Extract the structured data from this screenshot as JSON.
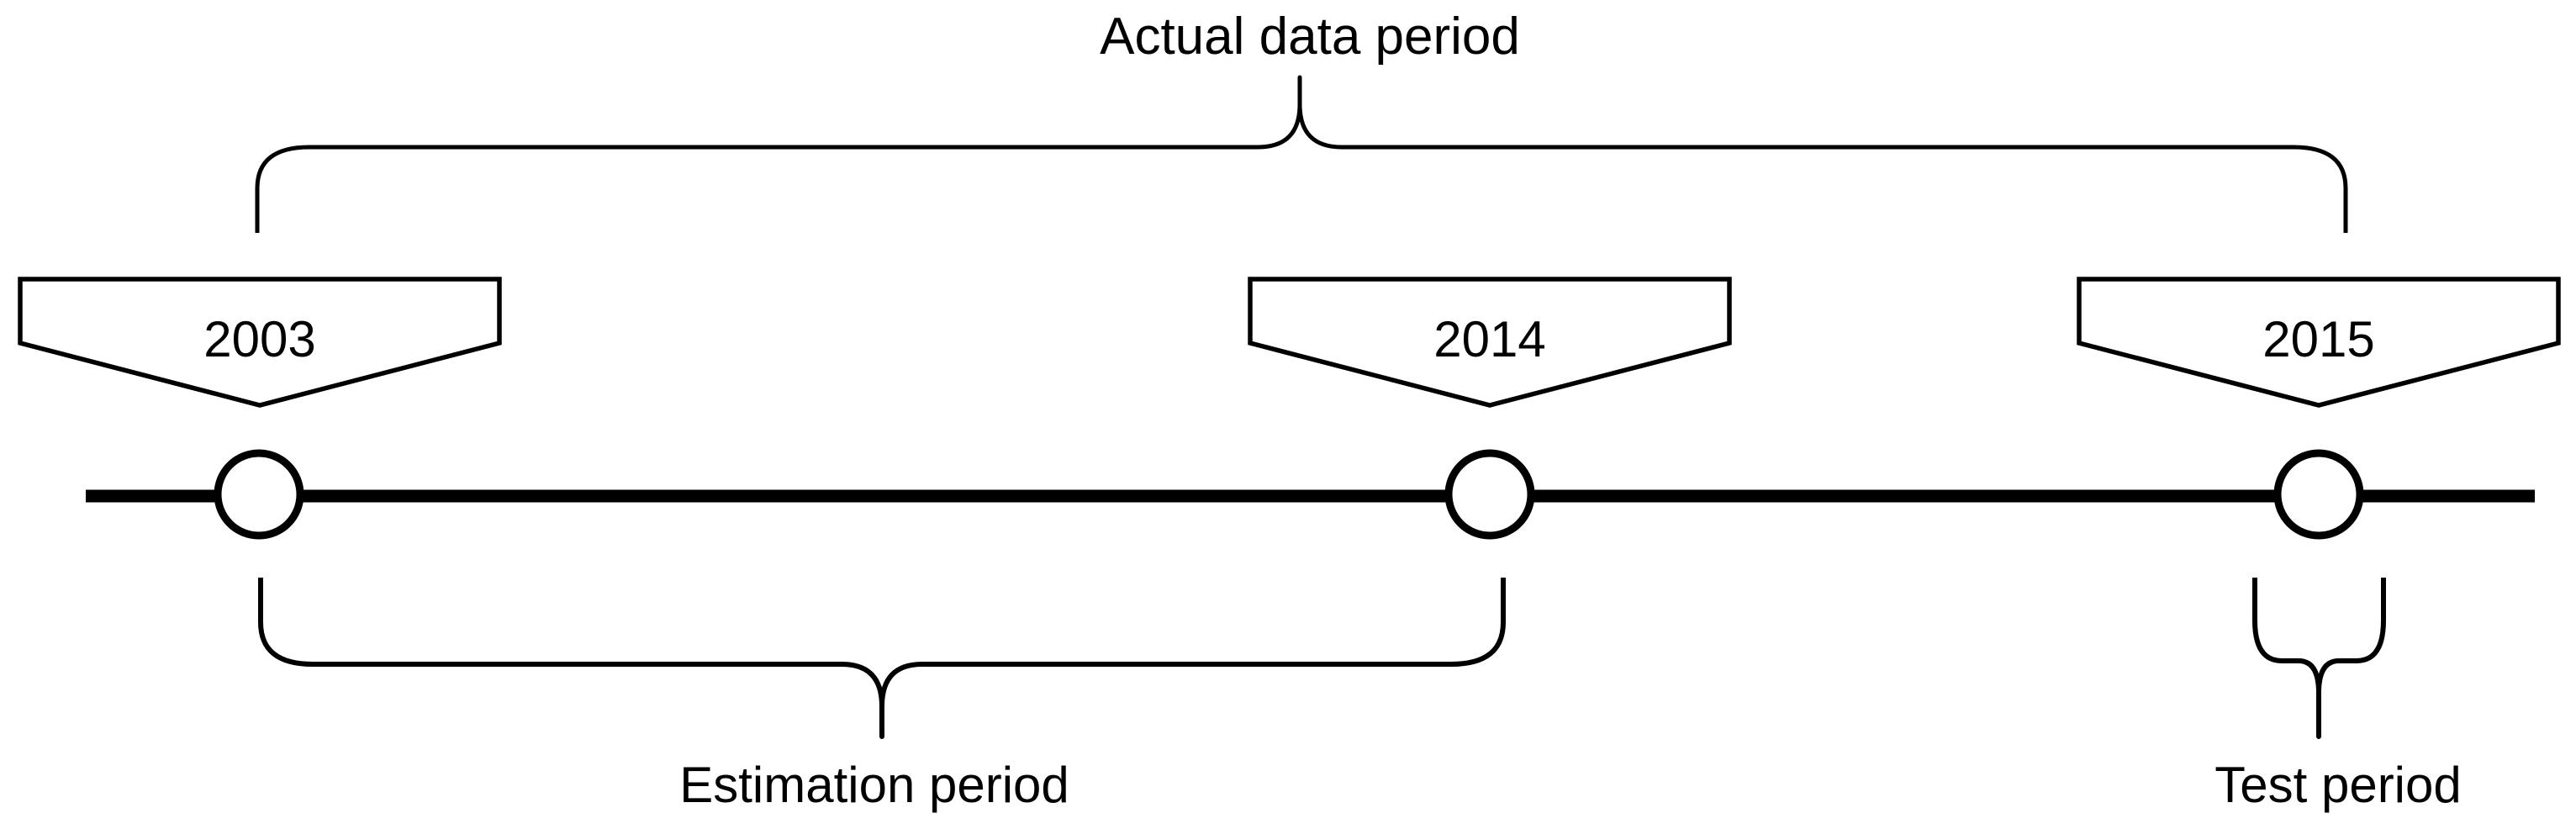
{
  "diagram": {
    "title": "Actual data period",
    "background_color": "#ffffff",
    "line_color": "#000000",
    "timeline": {
      "markers": [
        {
          "year": "2003"
        },
        {
          "year": "2014"
        },
        {
          "year": "2015"
        }
      ]
    },
    "periods": {
      "actual": {
        "label": "Actual data period",
        "start": "2003",
        "end": "2015"
      },
      "estimation": {
        "label": "Estimation period",
        "start": "2003",
        "end": "2014"
      },
      "test": {
        "label": "Test period",
        "start": "2015",
        "end": "2015"
      }
    }
  }
}
